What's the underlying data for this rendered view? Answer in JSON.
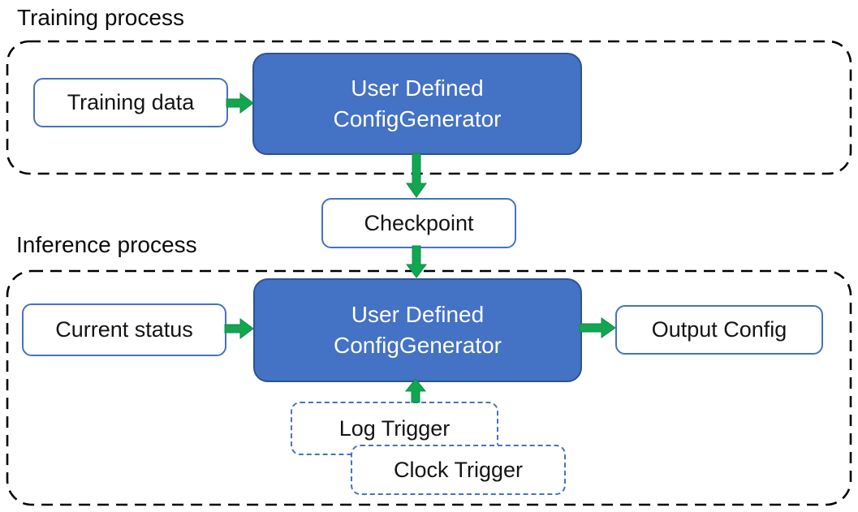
{
  "diagram_title": "ConfigGenerator training and inference process diagram",
  "colors": {
    "generator_fill": "#4472c4",
    "generator_border": "#2f528f",
    "box_border_blue": "#4472c4",
    "arrow_green": "#13a651",
    "container_dash_black": "#000000",
    "text_black": "#141414",
    "text_white": "#ffffff"
  },
  "training": {
    "label": "Training process",
    "input_box": "Training data",
    "generator": {
      "line1": "User Defined",
      "line2": "ConfigGenerator"
    }
  },
  "checkpoint": {
    "label": "Checkpoint"
  },
  "inference": {
    "label": "Inference process",
    "input_box": "Current status",
    "generator": {
      "line1": "User Defined",
      "line2": "ConfigGenerator"
    },
    "output_box": "Output Config",
    "triggers": {
      "log": "Log Trigger",
      "clock": "Clock Trigger"
    }
  }
}
